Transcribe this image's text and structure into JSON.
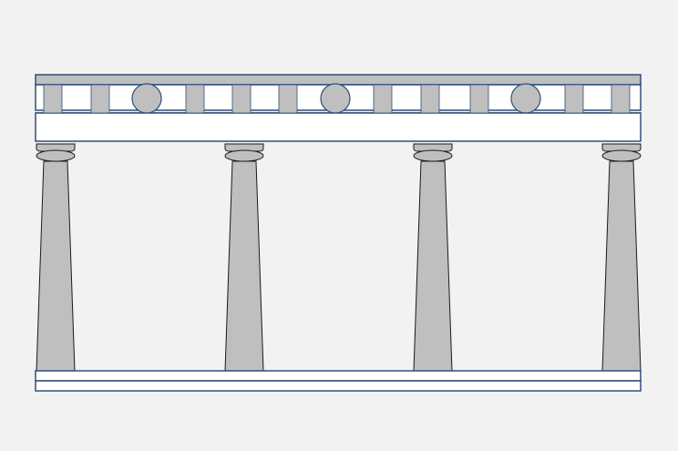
{
  "colors": {
    "background": "#f2f2f2",
    "outline": "#2f4f7a",
    "fill_gray": "#bfbfbf",
    "fill_white": "#ffffff",
    "column_stroke": "#1a1a1a"
  },
  "diagram": {
    "type": "classical-temple-facade",
    "column_count": 4,
    "frieze_pattern": [
      "triglyph",
      "triglyph",
      "metope-disc",
      "triglyph",
      "triglyph",
      "triglyph",
      "metope-disc",
      "triglyph",
      "triglyph",
      "triglyph",
      "metope-disc",
      "triglyph",
      "triglyph"
    ],
    "base_steps": 2
  }
}
